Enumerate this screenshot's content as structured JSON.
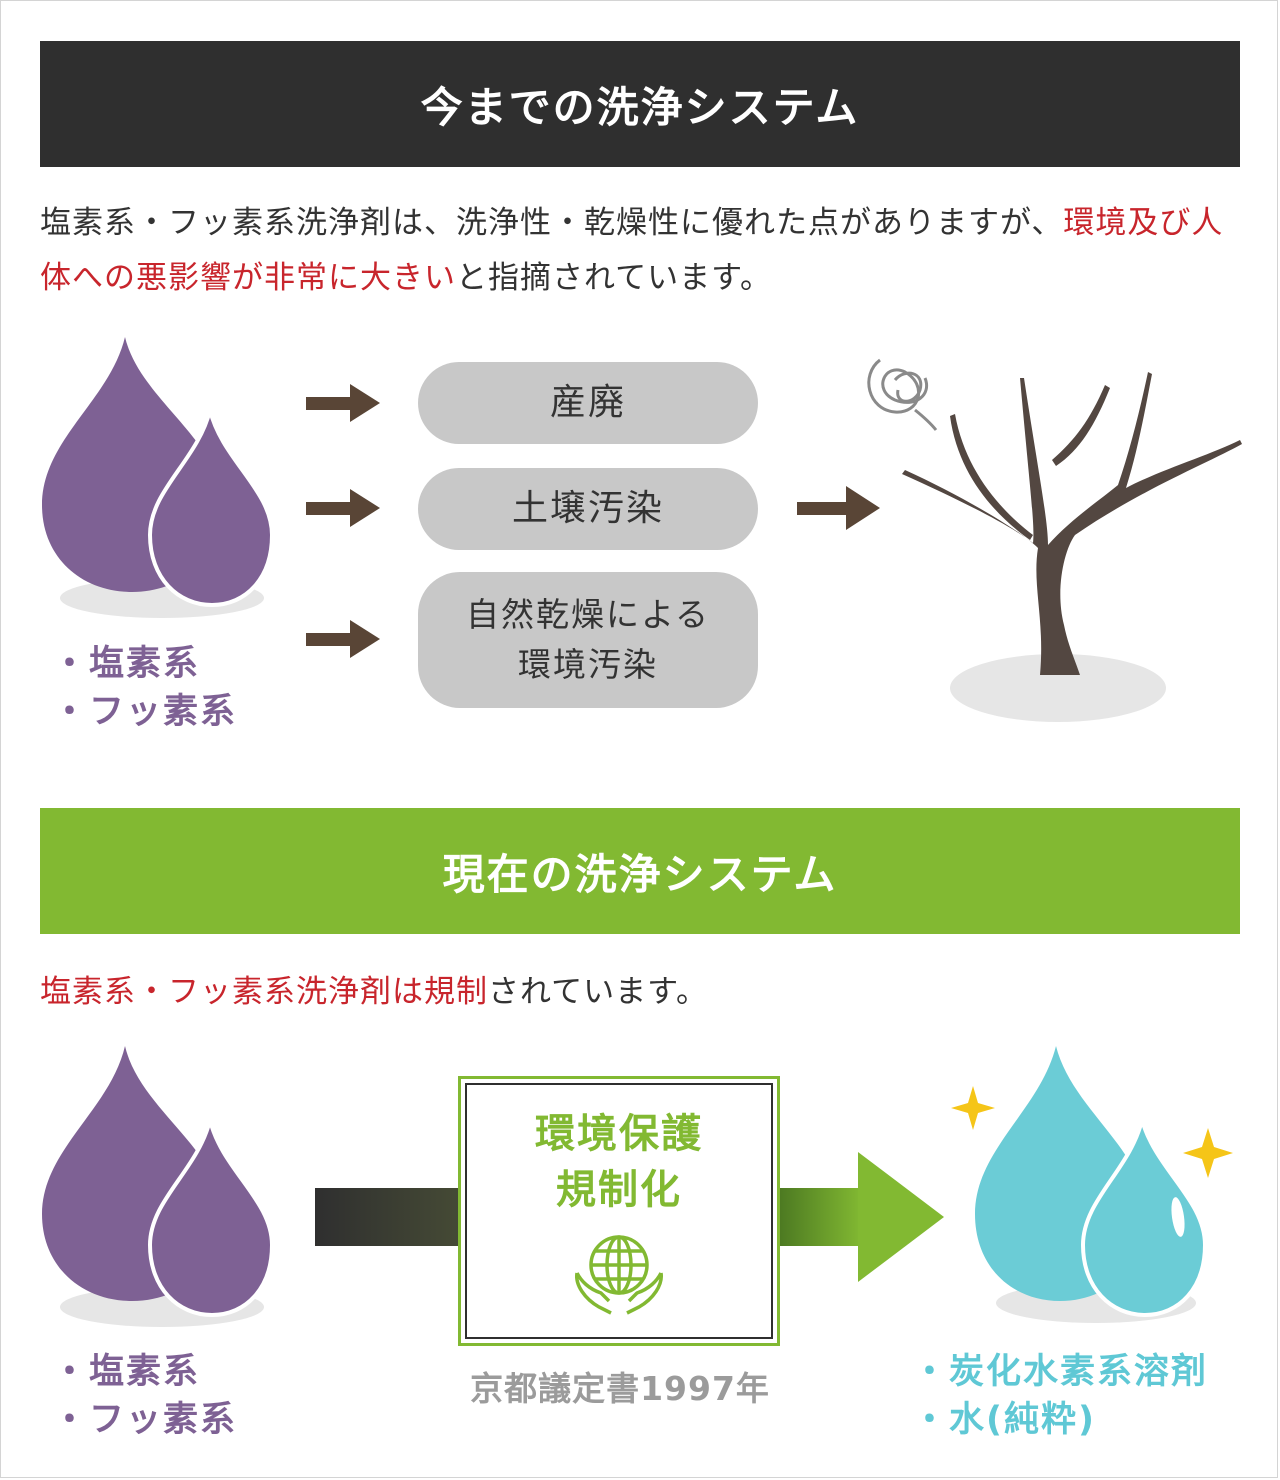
{
  "old_system": {
    "title": "今までの洗浄システム",
    "intro": {
      "part1": "塩素系・フッ素系洗浄剤は、洗浄性・乾燥性に優れた点がありますが、",
      "highlight": "環境及び人体への悪影響が非常に大きい",
      "part2": "と指摘されています。"
    },
    "legend": [
      "・塩素系",
      "・フッ素系"
    ],
    "impacts": [
      "産廃",
      "土壌汚染",
      "自然乾燥による環境汚染"
    ],
    "impact3_lines": [
      "自然乾燥による",
      "環境汚染"
    ]
  },
  "new_system": {
    "title": "現在の洗浄システム",
    "intro": {
      "highlight": "塩素系・フッ素系洗浄剤は規制",
      "part2": "されています。"
    },
    "legend_left": [
      "・塩素系",
      "・フッ素系"
    ],
    "regulation_lines": [
      "環境保護",
      "規制化"
    ],
    "caption": "京都議定書1997年",
    "legend_right": [
      "・炭化水素系溶剤",
      "・水(純粋)"
    ]
  },
  "colors": {
    "dark_banner": "#2f2f2f",
    "green": "#82b932",
    "red_highlight": "#c8252c",
    "purple": "#7e6194",
    "cyan": "#5fc8d5",
    "brown": "#594536"
  },
  "icons": [
    "drop-icon",
    "arrow-right-icon",
    "dead-tree-icon",
    "scribble-icon",
    "globe-hands-icon",
    "sparkle-icon"
  ]
}
